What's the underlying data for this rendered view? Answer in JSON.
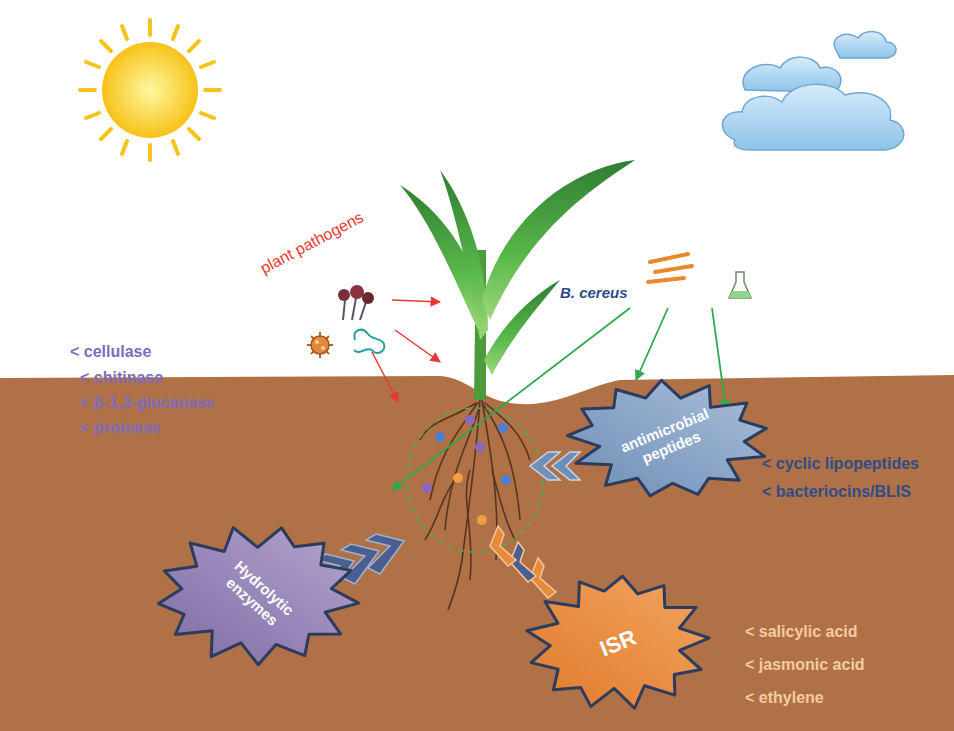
{
  "diagram": {
    "nodes": [
      {
        "text": [
          "antimicrobial peptides"
        ]
      },
      {
        "text": [
          "Hydrolytic enzymes"
        ]
      },
      {
        "text": [
          "ISR"
        ]
      }
    ],
    "labels": [
      "plant pathogens",
      "B. cereus",
      "< cellulase",
      "< chitinase",
      "< β-1,3-glucanase",
      "< protease",
      "< cyclic lipopeptides",
      "< bacteriocins/BLIS",
      "< salicylic acid",
      "< jasmonic acid",
      "< ethylene"
    ]
  }
}
